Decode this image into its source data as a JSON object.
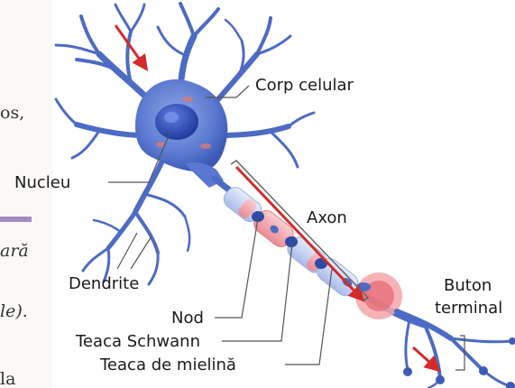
{
  "labels": {
    "cell_body": "Corp celular",
    "nucleus": "Nucleu",
    "axon": "Axon",
    "dendrites": "Dendrite",
    "node": "Nod",
    "schwann": "Teaca Schwann",
    "myelin": "Teaca de mielină",
    "terminal_line1": "Buton",
    "terminal_line2": "terminal"
  },
  "side_text": {
    "line1": "os,",
    "line2": "ară",
    "line3": "le).",
    "line4": "la"
  },
  "colors": {
    "neuron": "#4d6bc4",
    "neuron_dark": "#2f4aa3",
    "nucleus": "#2a45a8",
    "myelin": "#f2a3a6",
    "myelin_core": "#e46a73",
    "arrow": "#d42a2a",
    "leader": "#555555",
    "accent_bar": "#a68cc4"
  },
  "icons": {
    "signal_arrow": "red-arrow-icon"
  }
}
